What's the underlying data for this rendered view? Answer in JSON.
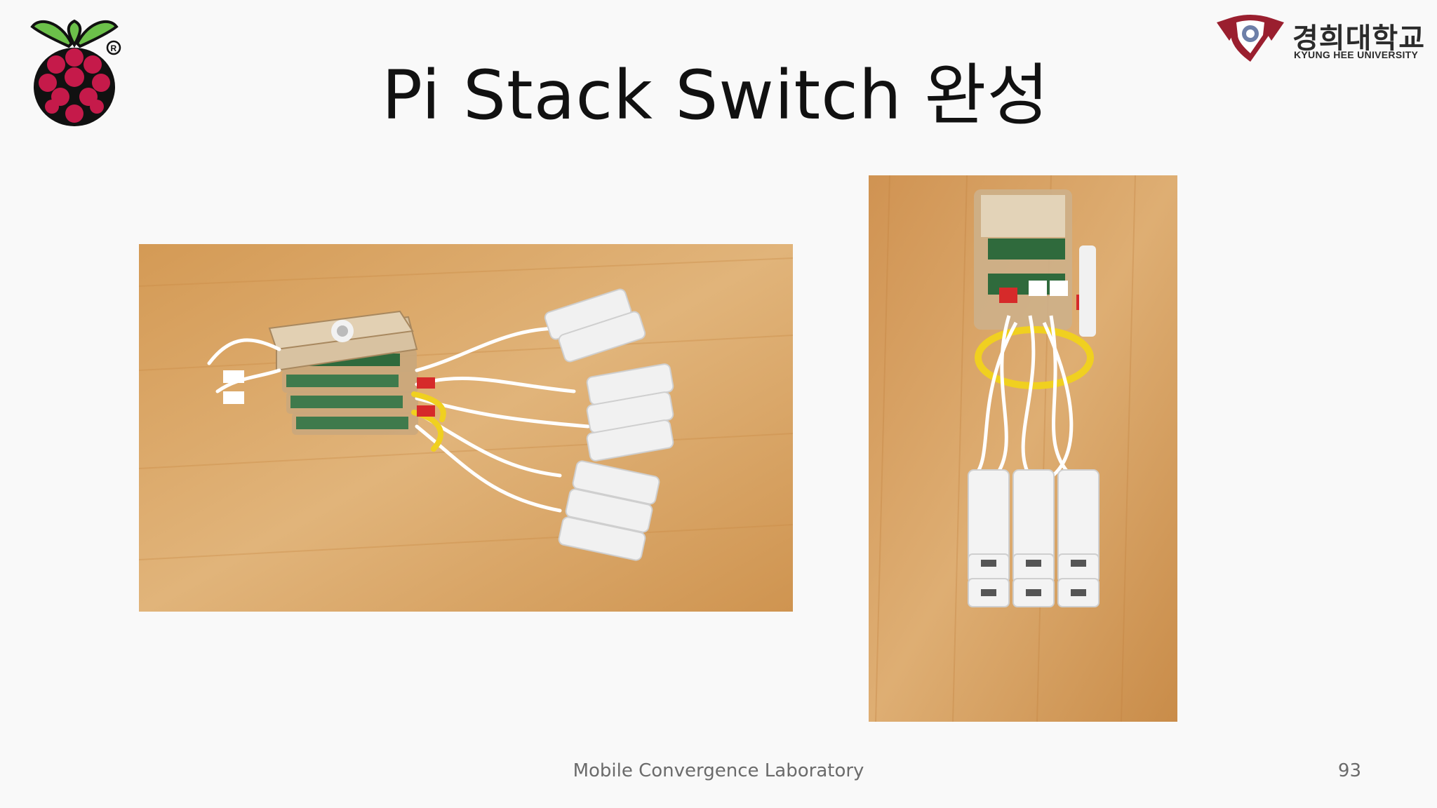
{
  "slide": {
    "title": "Pi Stack Switch 완성",
    "footer_lab": "Mobile Convergence Laboratory",
    "page_number": "93"
  },
  "logos": {
    "raspberry_pi": {
      "icon": "raspberry-pi-logo-icon",
      "mark": "®"
    },
    "university": {
      "icon": "kyung-hee-seal-icon",
      "name_ko": "경희대학교",
      "name_en": "KYUNG HEE UNIVERSITY"
    }
  },
  "photos": [
    {
      "icon": "pi-stack-photo-landscape"
    },
    {
      "icon": "pi-stack-photo-portrait"
    }
  ],
  "colors": {
    "background": "#f9f9f9",
    "wood": "#d8a25c",
    "raspberry_red": "#c51a4a",
    "leaf_green": "#6cc04a",
    "cable_yellow": "#f0d020",
    "cable_red": "#d62a2a"
  }
}
